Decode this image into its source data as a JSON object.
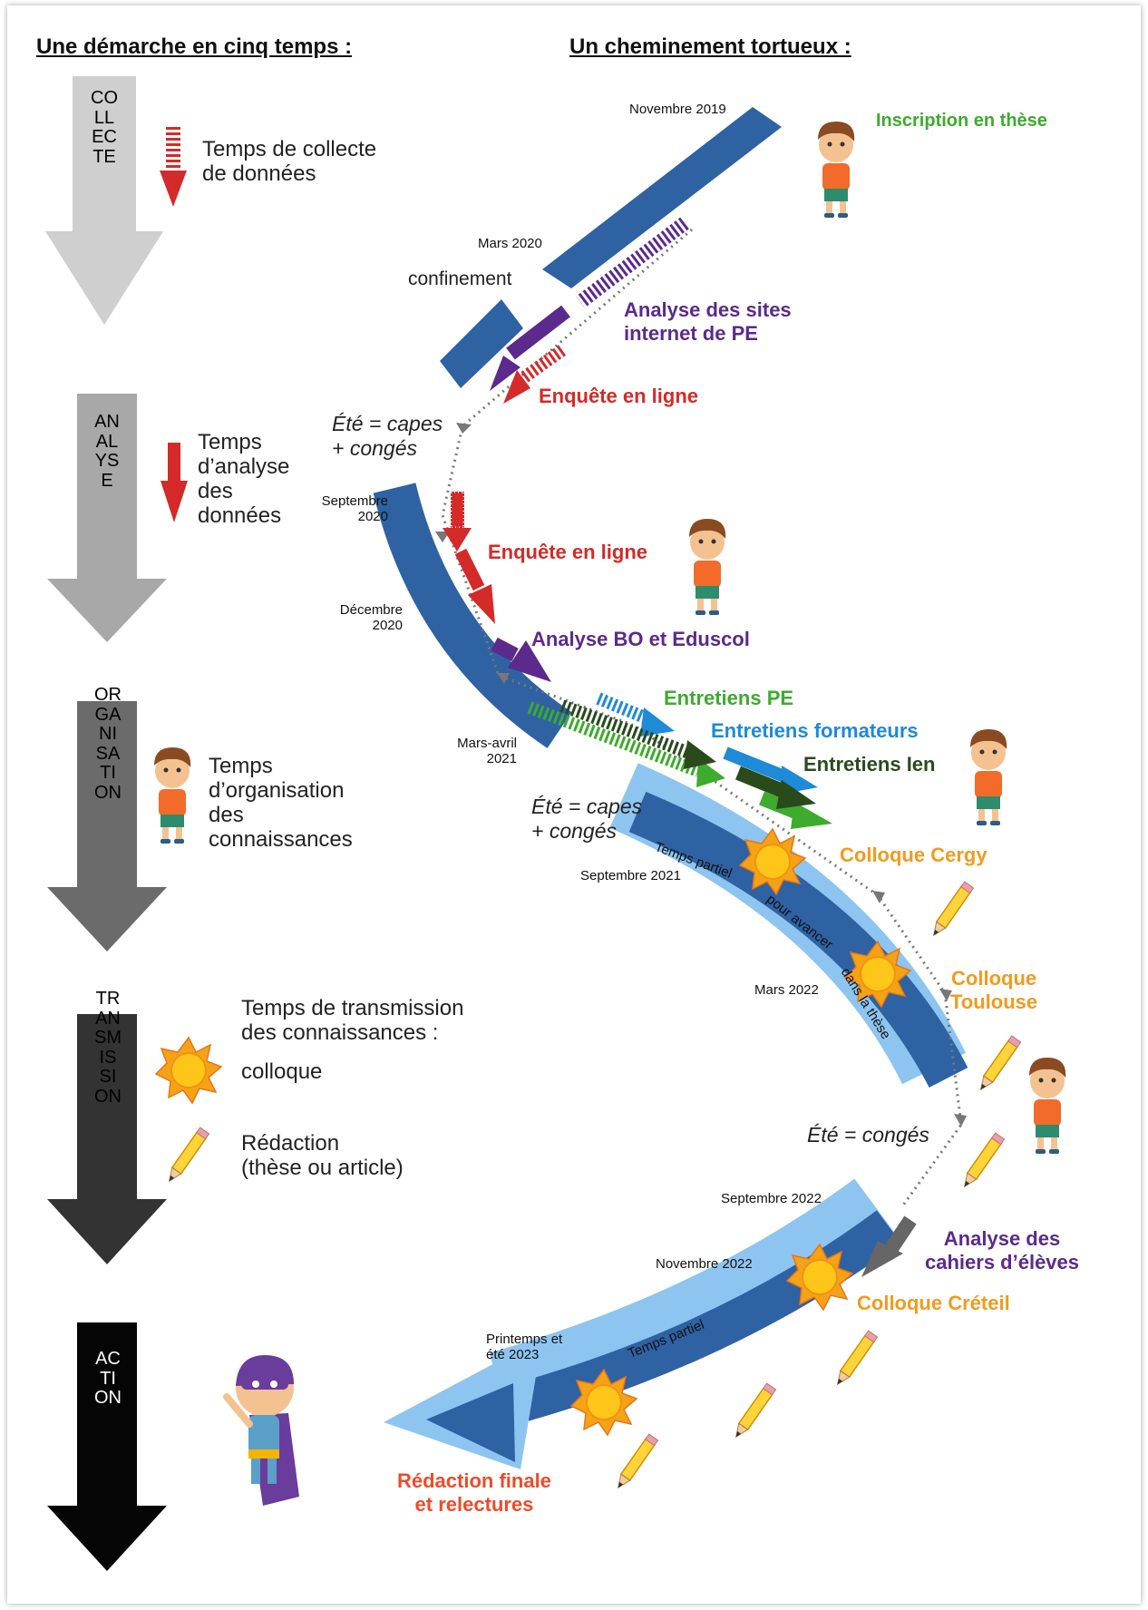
{
  "headers": {
    "left": "Une démarche en cinq temps :",
    "right": "Un cheminement tortueux :"
  },
  "phases": [
    {
      "label": "COLLECTE",
      "color": "#cfcfcf",
      "text_color": "#333333"
    },
    {
      "label": "ANALYSE",
      "color": "#a8a8a8",
      "text_color": "#333333"
    },
    {
      "label": "ORGANISATION",
      "color": "#6b6b6b",
      "text_color": "#1a1a1a"
    },
    {
      "label": "TRANSMISSION",
      "color": "#333333",
      "text_color": "#1a1a1a"
    },
    {
      "label": "ACTION",
      "color": "#050505",
      "text_color": "#ffffff"
    }
  ],
  "legend": {
    "collecte": "Temps de collecte\nde données",
    "analyse": "Temps\nd’analyse\ndes\ndonnées",
    "organisation": "Temps\nd’organisation\ndes\nconnaissances",
    "transmission": "Temps de transmission\ndes connaissances :",
    "colloque": "colloque",
    "redaction": "Rédaction\n(thèse ou article)"
  },
  "dates": {
    "nov2019": "Novembre 2019",
    "mar2020": "Mars 2020",
    "sep2020": "Septembre\n2020",
    "dec2020": "Décembre\n2020",
    "mar_avr2021": "Mars-avril\n2021",
    "sep2021": "Septembre 2021",
    "mar2022": "Mars 2022",
    "sep2022": "Septembre 2022",
    "nov2022": "Novembre 2022",
    "print2023": "Printemps et\nété  2023"
  },
  "pauses": {
    "confinement": "confinement",
    "ete1": "Été = capes\n+ congés",
    "ete2": "Été = capes\n+ congés",
    "ete3": "Été = congés"
  },
  "band_labels": {
    "tp1a": "Temps partiel",
    "tp1b": "pour avancer",
    "tp1c": "dans la thèse",
    "tp2": "Temps partiel"
  },
  "activities": {
    "inscription": "Inscription en thèse",
    "sites": "Analyse des sites\ninternet de PE",
    "enquete1": "Enquête en ligne",
    "enquete2": "Enquête en ligne",
    "bo": "Analyse BO et Eduscol",
    "entretiens_pe": "Entretiens PE",
    "entretiens_form": "Entretiens formateurs",
    "entretiens_ien": "Entretiens Ien",
    "cergy": "Colloque Cergy",
    "toulouse": "Colloque\nToulouse",
    "cahiers": "Analyse des\ncahiers d’élèves",
    "creteil": "Colloque Créteil",
    "redaction_finale": "Rédaction finale\net relectures"
  },
  "colors": {
    "band": "#2e62a3",
    "band_light": "#8ec5f0",
    "green": "#3dab2e",
    "violet": "#5b2a8c",
    "red": "#d42a2a",
    "orange": "#f39a1e",
    "blue": "#1e8ad8",
    "darkgreen": "#2a4a1c",
    "sun": "#ffc61a",
    "sun_ray": "#f5a316"
  }
}
